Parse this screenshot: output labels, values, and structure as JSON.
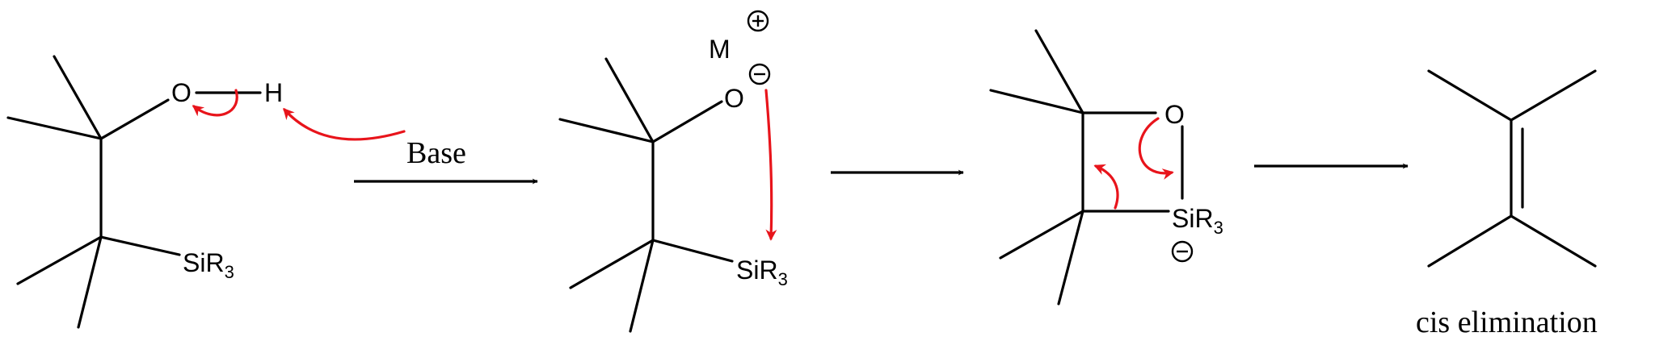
{
  "reagent": "Base",
  "caption": "cis elimination",
  "atoms": {
    "oxygen": "O",
    "hydrogen": "H",
    "metal": "M",
    "silicon": "SiR",
    "silicon_subscript": "3"
  },
  "colors": {
    "bond": "#000000",
    "electron_arrow": "#e8141b"
  },
  "icons": [
    "plus-charge-icon",
    "minus-charge-icon",
    "curly-arrow-icon",
    "reaction-arrow-icon"
  ]
}
